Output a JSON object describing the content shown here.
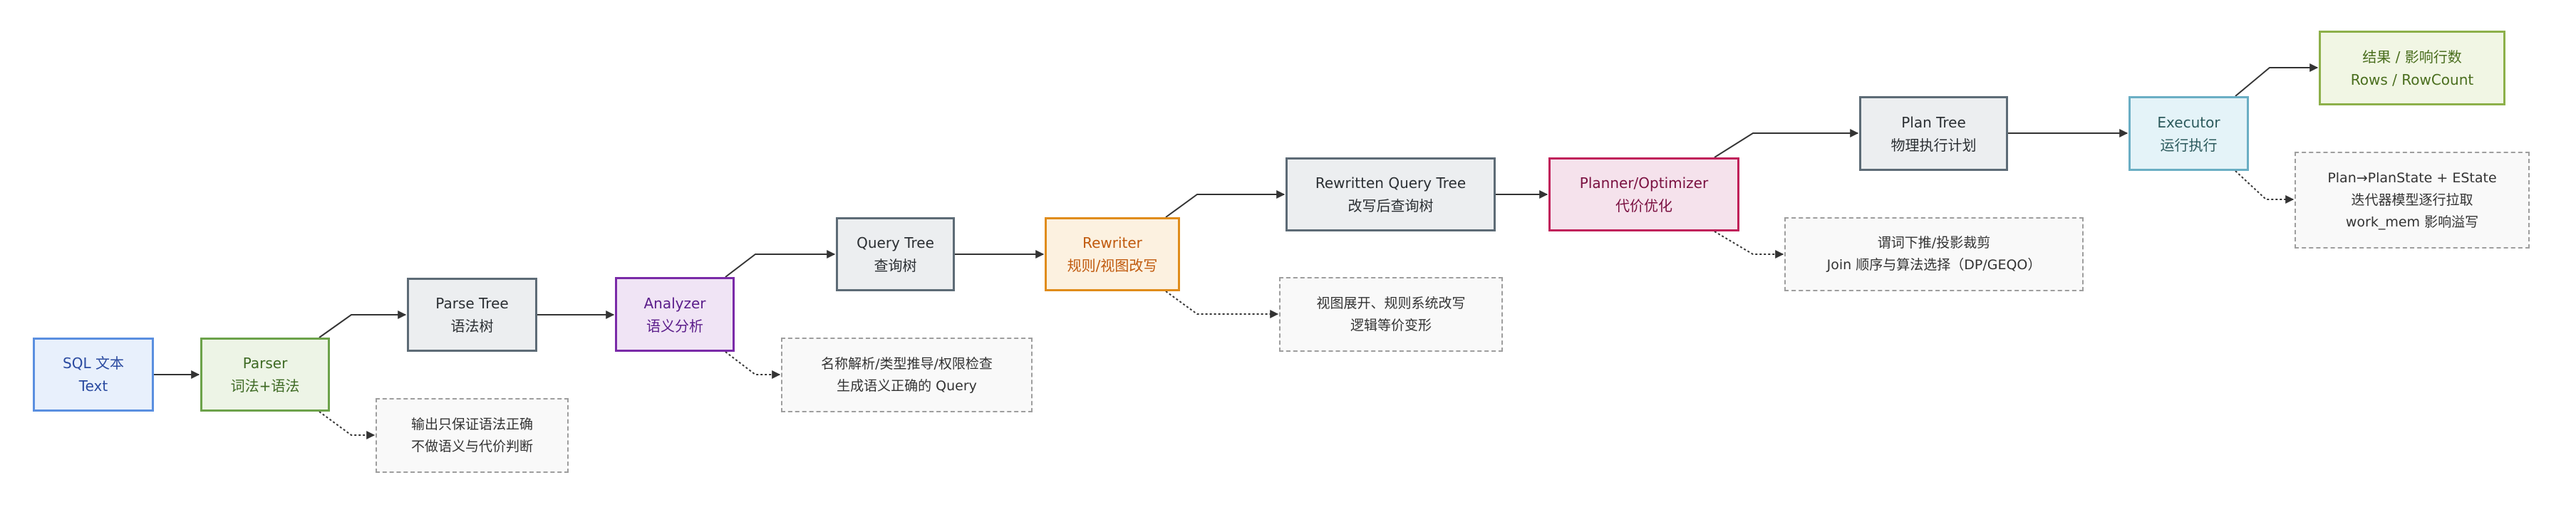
{
  "diagram": {
    "title": "PostgreSQL query processing pipeline",
    "nodes": [
      {
        "id": "sql",
        "kind": "input",
        "line1": "SQL 文本",
        "line2": "Text"
      },
      {
        "id": "parser",
        "kind": "stage",
        "line1": "Parser",
        "line2": "词法+语法"
      },
      {
        "id": "parse_tree",
        "kind": "artifact",
        "line1": "Parse Tree",
        "line2": "语法树"
      },
      {
        "id": "analyzer",
        "kind": "stage",
        "line1": "Analyzer",
        "line2": "语义分析"
      },
      {
        "id": "query_tree",
        "kind": "artifact",
        "line1": "Query Tree",
        "line2": "查询树"
      },
      {
        "id": "rewriter",
        "kind": "stage",
        "line1": "Rewriter",
        "line2": "规则/视图改写"
      },
      {
        "id": "rewritten_tree",
        "kind": "artifact",
        "line1": "Rewritten Query Tree",
        "line2": "改写后查询树"
      },
      {
        "id": "planner",
        "kind": "stage",
        "line1": "Planner/Optimizer",
        "line2": "代价优化"
      },
      {
        "id": "plan_tree",
        "kind": "artifact",
        "line1": "Plan Tree",
        "line2": "物理执行计划"
      },
      {
        "id": "executor",
        "kind": "stage",
        "line1": "Executor",
        "line2": "运行执行"
      },
      {
        "id": "result",
        "kind": "output",
        "line1": "结果 / 影响行数",
        "line2": "Rows / RowCount"
      }
    ],
    "notes": [
      {
        "id": "parser_note",
        "lines": [
          "输出只保证语法正确",
          "不做语义与代价判断"
        ]
      },
      {
        "id": "analyzer_note",
        "lines": [
          "名称解析/类型推导/权限检查",
          "生成语义正确的 Query"
        ]
      },
      {
        "id": "rewriter_note",
        "lines": [
          "视图展开、规则系统改写",
          "逻辑等价变形"
        ]
      },
      {
        "id": "planner_note",
        "lines": [
          "谓词下推/投影裁剪",
          "Join 顺序与算法选择（DP/GEQO）"
        ]
      },
      {
        "id": "executor_note",
        "lines": [
          "Plan→PlanState + EState",
          "迭代器模型逐行拉取",
          "work_mem 影响溢写"
        ]
      }
    ],
    "edges": [
      {
        "from": "sql",
        "to": "parser",
        "style": "solid"
      },
      {
        "from": "parser",
        "to": "parse_tree",
        "style": "solid"
      },
      {
        "from": "parser",
        "to": "parser_note",
        "style": "dotted"
      },
      {
        "from": "parse_tree",
        "to": "analyzer",
        "style": "solid"
      },
      {
        "from": "analyzer",
        "to": "query_tree",
        "style": "solid"
      },
      {
        "from": "analyzer",
        "to": "analyzer_note",
        "style": "dotted"
      },
      {
        "from": "query_tree",
        "to": "rewriter",
        "style": "solid"
      },
      {
        "from": "rewriter",
        "to": "rewritten_tree",
        "style": "solid"
      },
      {
        "from": "rewriter",
        "to": "rewriter_note",
        "style": "dotted"
      },
      {
        "from": "rewritten_tree",
        "to": "planner",
        "style": "solid"
      },
      {
        "from": "planner",
        "to": "plan_tree",
        "style": "solid"
      },
      {
        "from": "planner",
        "to": "planner_note",
        "style": "dotted"
      },
      {
        "from": "plan_tree",
        "to": "executor",
        "style": "solid"
      },
      {
        "from": "executor",
        "to": "result",
        "style": "solid"
      },
      {
        "from": "executor",
        "to": "executor_note",
        "style": "dotted"
      }
    ],
    "colors": {
      "edge": "#333333",
      "input": "#5a8fe0",
      "parser": "#6ca24a",
      "artifact": "#5d6b76",
      "analyzer": "#7a2aa8",
      "rewriter": "#e08c1a",
      "planner": "#c0205a",
      "executor": "#6aaec4",
      "result": "#8db04a",
      "note_border": "#9e9e9e"
    }
  }
}
